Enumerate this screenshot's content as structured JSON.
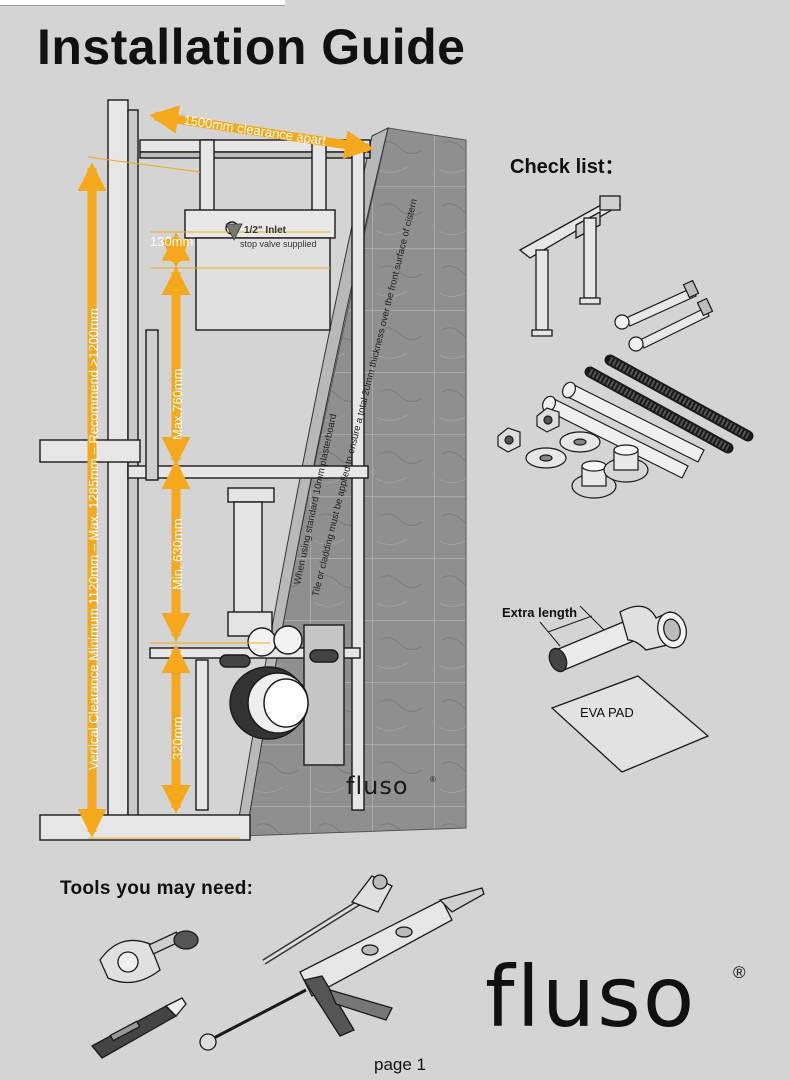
{
  "title": "Installation Guide",
  "checklist_title": "Check list：",
  "tools_title": "Tools you may need:",
  "page_label": "page 1",
  "brand": {
    "name": "fluso",
    "reg_mark": "®"
  },
  "labels": {
    "clearance_apart": "1500mm clearance apart",
    "inlet": "1/2\" Inlet",
    "stop_valve": "stop valve supplied",
    "dim_130": "130mm",
    "max_760": "Max.760mm",
    "min_630": "Min. 630mm",
    "dim_320": "320mm",
    "vertical_clearance": "Vertical Clearance Minimum 1120mm – Max. 1285mm – Recommend >1200mm",
    "plasterboard_note_1": "When using standard 10mm plasterboard",
    "plasterboard_note_2": "Tile or cladding must be applied to ensure a total 20mm thickness over the front surface of cistern",
    "extra_length": "Extra length",
    "eva_pad": "EVA PAD"
  },
  "colors": {
    "arrow": "#f5a81c",
    "background": "#d4d4d4",
    "wall": "#9a9a9a",
    "line": "#1a1a1a"
  }
}
